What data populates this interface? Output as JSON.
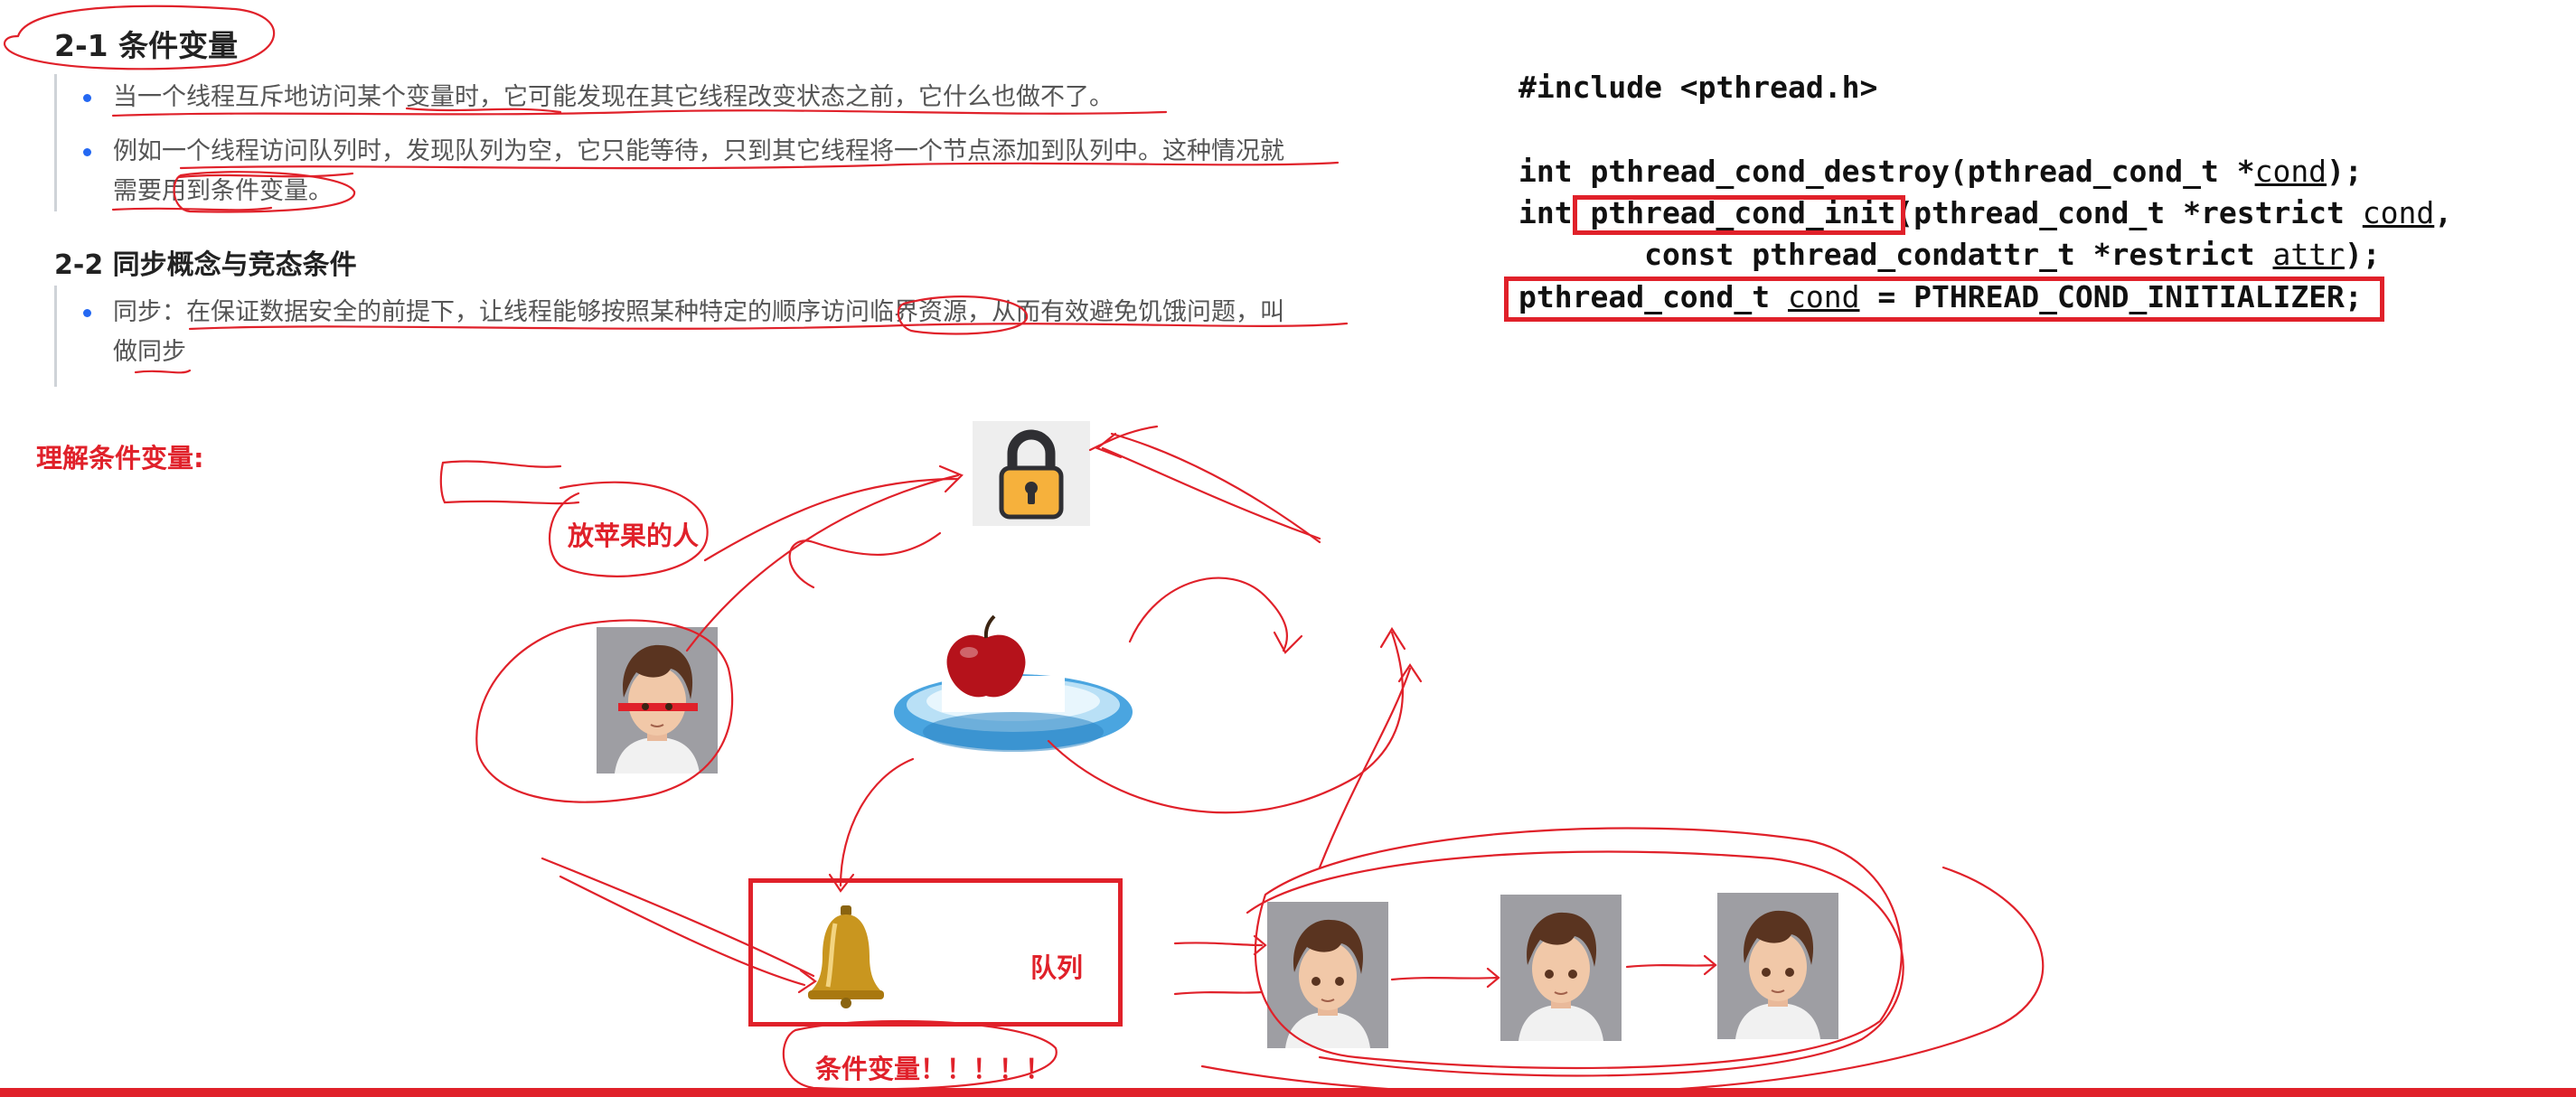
{
  "notes": {
    "section1_title": "2-1 条件变量",
    "section1_bullets": [
      "当一个线程互斥地访问某个变量时，它可能发现在其它线程改变状态之前，它什么也做不了。",
      "例如一个线程访问队列时，发现队列为空，它只能等待，只到其它线程将一个节点添加到队列中。这种情况就",
      "需要用到条件变量。"
    ],
    "section2_title": "2-2 同步概念与竞态条件",
    "section2_bullets": [
      "同步：在保证数据安全的前提下，让线程能够按照某种特定的顺序访问临界资源，从而有效避免饥饿问题，叫",
      "做同步"
    ]
  },
  "code": {
    "line_include": "#include <pthread.h>",
    "line_destroy_a": "int pthread_cond_destroy(pthread_cond_t *",
    "line_destroy_u": "cond",
    "line_destroy_b": ");",
    "line_init_a": "int pthread_cond_init(pthread_cond_t *restrict ",
    "line_init_u": "cond",
    "line_init_b": ",",
    "line_attr_a": "       const pthread_condattr_t *restrict ",
    "line_attr_u": "attr",
    "line_attr_b": ");",
    "line_static_a": "pthread_cond_t ",
    "line_static_u": "cond",
    "line_static_b": " = PTHREAD_COND_INITIALIZER;"
  },
  "diagram": {
    "understand_label": "理解条件变量:",
    "producer_label": "放苹果的人",
    "queue_label": "队列",
    "cond_var_label": "条件变量！！！！！"
  },
  "colors": {
    "annotation_red": "#e0212a",
    "bullet_blue": "#2468f2",
    "lock_yellow": "#f6b13c",
    "plate_blue": "#4aa5e0",
    "apple_red": "#b5121b",
    "bell_gold": "#c9961f"
  },
  "icons": [
    "lock-icon",
    "apple-icon",
    "plate-icon",
    "bell-icon",
    "person-avatar"
  ]
}
